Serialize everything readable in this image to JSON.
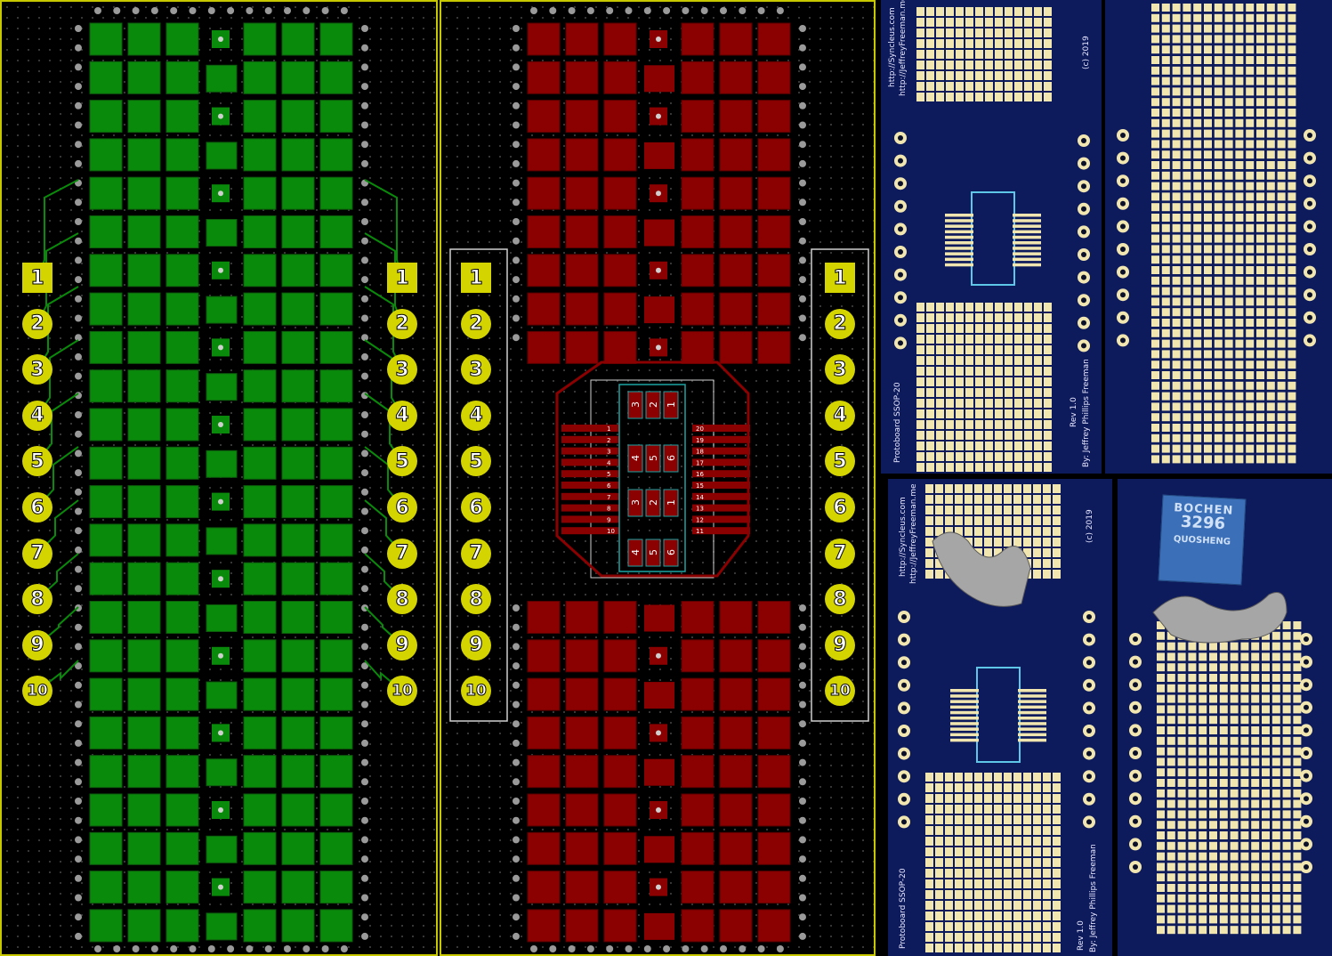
{
  "pin_labels": [
    "1",
    "2",
    "3",
    "4",
    "5",
    "6",
    "7",
    "8",
    "9",
    "10"
  ],
  "ic_pins_left": [
    "1",
    "2",
    "3",
    "4",
    "5",
    "6",
    "7",
    "8",
    "9",
    "10"
  ],
  "ic_pins_right": [
    "20",
    "19",
    "18",
    "17",
    "16",
    "15",
    "14",
    "13",
    "12",
    "11"
  ],
  "smd_labels_top": [
    "3",
    "2",
    "1"
  ],
  "smd_labels_mid": [
    "4",
    "5",
    "6"
  ],
  "board_text": {
    "url1": "http://Syncleus.com",
    "url2": "http://JeffreyFreeman.me",
    "copyright": "(c) 2019",
    "name": "Protoboard SSOP-20",
    "rev": "Rev 1.0",
    "author": "By: Jeffrey Phillips Freeman"
  },
  "component_marking": {
    "brand": "BOCHEN",
    "model": "3296",
    "maker": "QUOSHENG"
  },
  "colors": {
    "green_copper": "#0a8a0a",
    "red_copper": "#8b0000",
    "pad_yellow": "#d4d400",
    "silk_teal": "#1aa3a3",
    "gold": "#f2e6b0",
    "board_blue": "#0d1a5c"
  }
}
